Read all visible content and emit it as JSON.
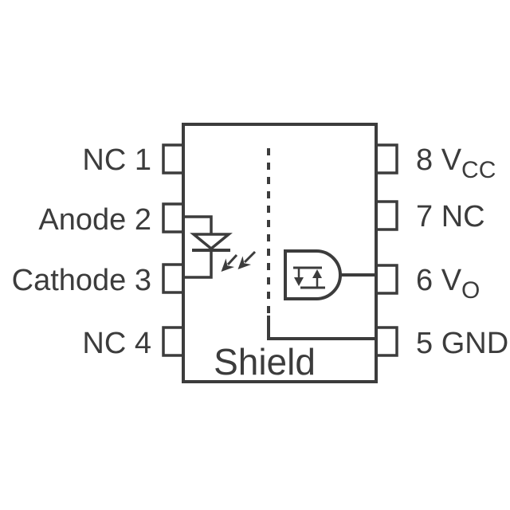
{
  "diagram": {
    "type": "ic-pinout-functional-diagram",
    "device": "8-pin optocoupler",
    "colors": {
      "line": "#3c3c3c",
      "text": "#3c3c3c",
      "background": "#ffffff"
    },
    "package": {
      "shield_label": "Shield"
    },
    "left_pins": [
      {
        "number": "1",
        "name": "NC",
        "label": "NC 1"
      },
      {
        "number": "2",
        "name": "Anode",
        "label": "Anode 2"
      },
      {
        "number": "3",
        "name": "Cathode",
        "label": "Cathode 3"
      },
      {
        "number": "4",
        "name": "NC",
        "label": "NC 4"
      }
    ],
    "right_pins": [
      {
        "number": "8",
        "name": "VCC",
        "label_main": "8 V",
        "label_sub": "CC"
      },
      {
        "number": "7",
        "name": "NC",
        "label_main": "7 NC",
        "label_sub": ""
      },
      {
        "number": "6",
        "name": "VO",
        "label_main": "6 V",
        "label_sub": "O"
      },
      {
        "number": "5",
        "name": "GND",
        "label_main": "5 GND",
        "label_sub": ""
      }
    ],
    "symbols": {
      "led": "led-diode-symbol (triangle pointing down with cathode bar, between pins 2 and 3)",
      "light": "two dart arrows with thin tails (light emission)",
      "detector": "schmitt-trigger-detector D-gate with hysteresis glyph, output to pin 6",
      "shield": "vertical dashed isolation line connected to pin 5 (GND)"
    }
  }
}
